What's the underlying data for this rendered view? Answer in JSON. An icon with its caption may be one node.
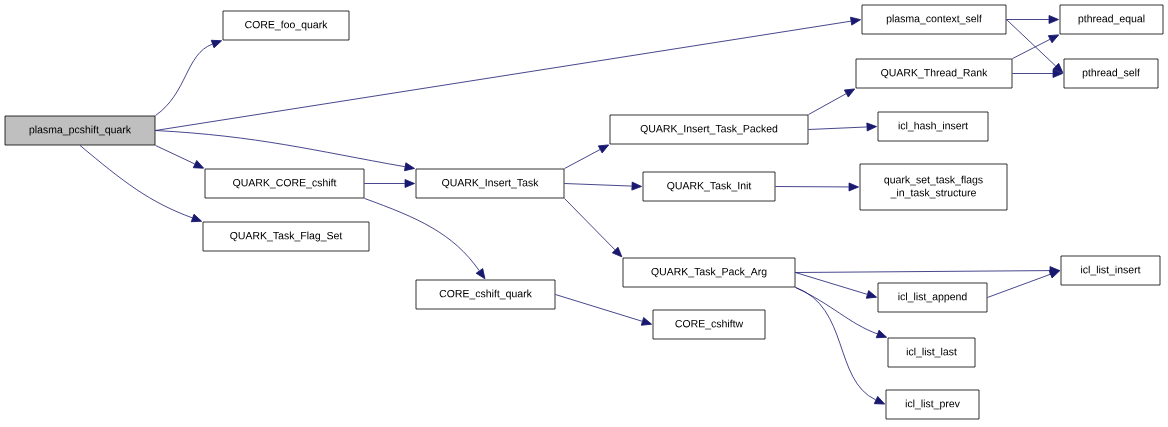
{
  "diagram": {
    "nodes": [
      {
        "text": [
          "plasma_pcshift_quark"
        ]
      },
      {
        "text": [
          "CORE_foo_quark"
        ]
      },
      {
        "text": [
          "plasma_context_self"
        ]
      },
      {
        "text": [
          "pthread_equal"
        ]
      },
      {
        "text": [
          "QUARK_Thread_Rank"
        ]
      },
      {
        "text": [
          "pthread_self"
        ]
      },
      {
        "text": [
          "QUARK_Insert_Task_Packed"
        ]
      },
      {
        "text": [
          "icl_hash_insert"
        ]
      },
      {
        "text": [
          "QUARK_CORE_cshift"
        ]
      },
      {
        "text": [
          "QUARK_Insert_Task"
        ]
      },
      {
        "text": [
          "QUARK_Task_Init"
        ]
      },
      {
        "text": [
          "quark_set_task_flags _in_task_structure"
        ]
      },
      {
        "text": [
          "QUARK_Task_Flag_Set"
        ]
      },
      {
        "text": [
          "QUARK_Task_Pack_Arg"
        ]
      },
      {
        "text": [
          "icl_list_insert"
        ]
      },
      {
        "text": [
          "CORE_cshift_quark"
        ]
      },
      {
        "text": [
          "icl_list_append"
        ]
      },
      {
        "text": [
          "CORE_cshiftw"
        ]
      },
      {
        "text": [
          "icl_list_last"
        ]
      },
      {
        "text": [
          "icl_list_prev"
        ]
      }
    ],
    "edges": [
      {
        "from": 0,
        "to": 1,
        "arrow": "to"
      },
      {
        "from": 0,
        "to": 2,
        "arrow": "to"
      },
      {
        "from": 0,
        "to": 9,
        "arrow": "to"
      },
      {
        "from": 0,
        "to": 8,
        "arrow": "to"
      },
      {
        "from": 0,
        "to": 12,
        "arrow": "to"
      },
      {
        "from": 2,
        "to": 3,
        "arrow": "to"
      },
      {
        "from": 2,
        "to": 5,
        "arrow": "to"
      },
      {
        "from": 4,
        "to": 3,
        "arrow": "to"
      },
      {
        "from": 4,
        "to": 5,
        "arrow": "to"
      },
      {
        "from": 6,
        "to": 4,
        "arrow": "to"
      },
      {
        "from": 6,
        "to": 7,
        "arrow": "to"
      },
      {
        "from": 8,
        "to": 9,
        "arrow": "to"
      },
      {
        "from": 8,
        "to": 15,
        "arrow": "to"
      },
      {
        "from": 9,
        "to": 6,
        "arrow": "to"
      },
      {
        "from": 9,
        "to": 10,
        "arrow": "to"
      },
      {
        "from": 9,
        "to": 13,
        "arrow": "to"
      },
      {
        "from": 10,
        "to": 11,
        "arrow": "to"
      },
      {
        "from": 13,
        "to": 14,
        "arrow": "to"
      },
      {
        "from": 13,
        "to": 16,
        "arrow": "to"
      },
      {
        "from": 13,
        "to": 18,
        "arrow": "to"
      },
      {
        "from": 13,
        "to": 19,
        "arrow": "to"
      },
      {
        "from": 16,
        "to": 14,
        "arrow": "to"
      },
      {
        "from": 15,
        "to": 17,
        "arrow": "to"
      }
    ]
  }
}
